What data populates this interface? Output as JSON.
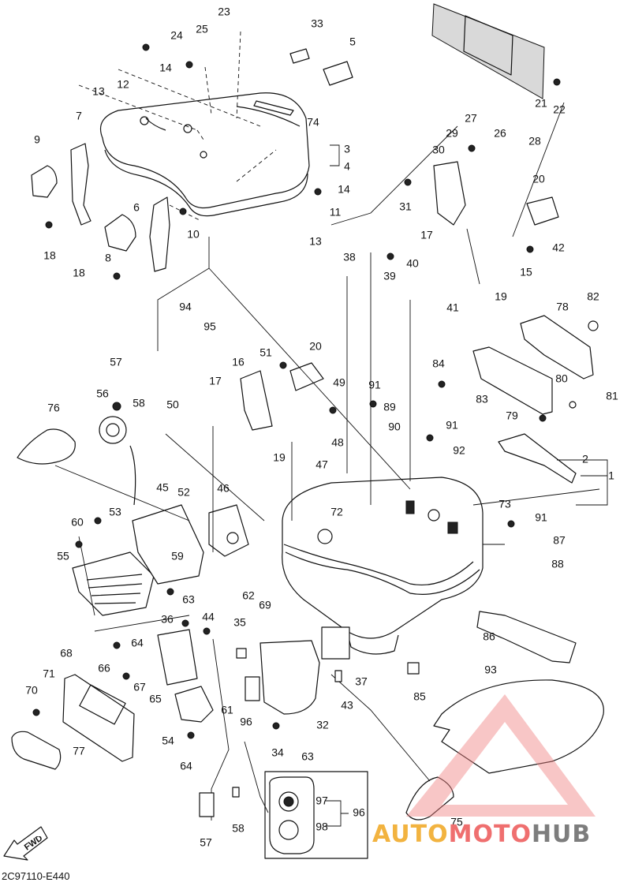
{
  "diagram": {
    "catalog_code": "2C97110-E440",
    "fwd_label": "FWD",
    "watermark": {
      "part1": "AUTO",
      "part2": "MOTO",
      "part3": "HUB"
    },
    "callouts": [
      {
        "id": "c1",
        "label": "1"
      },
      {
        "id": "c2",
        "label": "2"
      },
      {
        "id": "c3",
        "label": "3"
      },
      {
        "id": "c4",
        "label": "4"
      },
      {
        "id": "c5",
        "label": "5"
      },
      {
        "id": "c6",
        "label": "6"
      },
      {
        "id": "c7",
        "label": "7"
      },
      {
        "id": "c8",
        "label": "8"
      },
      {
        "id": "c9",
        "label": "9"
      },
      {
        "id": "c10",
        "label": "10"
      },
      {
        "id": "c11",
        "label": "11"
      },
      {
        "id": "c12",
        "label": "12"
      },
      {
        "id": "c13a",
        "label": "13"
      },
      {
        "id": "c13b",
        "label": "13"
      },
      {
        "id": "c14a",
        "label": "14"
      },
      {
        "id": "c14b",
        "label": "14"
      },
      {
        "id": "c15",
        "label": "15"
      },
      {
        "id": "c16",
        "label": "16"
      },
      {
        "id": "c17a",
        "label": "17"
      },
      {
        "id": "c17b",
        "label": "17"
      },
      {
        "id": "c18a",
        "label": "18"
      },
      {
        "id": "c18b",
        "label": "18"
      },
      {
        "id": "c19a",
        "label": "19"
      },
      {
        "id": "c19b",
        "label": "19"
      },
      {
        "id": "c20a",
        "label": "20"
      },
      {
        "id": "c20b",
        "label": "20"
      },
      {
        "id": "c21",
        "label": "21"
      },
      {
        "id": "c22",
        "label": "22"
      },
      {
        "id": "c23",
        "label": "23"
      },
      {
        "id": "c24",
        "label": "24"
      },
      {
        "id": "c25",
        "label": "25"
      },
      {
        "id": "c26",
        "label": "26"
      },
      {
        "id": "c27",
        "label": "27"
      },
      {
        "id": "c28",
        "label": "28"
      },
      {
        "id": "c29",
        "label": "29"
      },
      {
        "id": "c30",
        "label": "30"
      },
      {
        "id": "c31",
        "label": "31"
      },
      {
        "id": "c32",
        "label": "32"
      },
      {
        "id": "c33",
        "label": "33"
      },
      {
        "id": "c34",
        "label": "34"
      },
      {
        "id": "c35",
        "label": "35"
      },
      {
        "id": "c36",
        "label": "36"
      },
      {
        "id": "c37",
        "label": "37"
      },
      {
        "id": "c38",
        "label": "38"
      },
      {
        "id": "c39",
        "label": "39"
      },
      {
        "id": "c40",
        "label": "40"
      },
      {
        "id": "c41",
        "label": "41"
      },
      {
        "id": "c42",
        "label": "42"
      },
      {
        "id": "c43",
        "label": "43"
      },
      {
        "id": "c44",
        "label": "44"
      },
      {
        "id": "c45",
        "label": "45"
      },
      {
        "id": "c46",
        "label": "46"
      },
      {
        "id": "c47",
        "label": "47"
      },
      {
        "id": "c48",
        "label": "48"
      },
      {
        "id": "c49",
        "label": "49"
      },
      {
        "id": "c50",
        "label": "50"
      },
      {
        "id": "c51",
        "label": "51"
      },
      {
        "id": "c52",
        "label": "52"
      },
      {
        "id": "c53",
        "label": "53"
      },
      {
        "id": "c54",
        "label": "54"
      },
      {
        "id": "c55",
        "label": "55"
      },
      {
        "id": "c56",
        "label": "56"
      },
      {
        "id": "c57a",
        "label": "57"
      },
      {
        "id": "c57b",
        "label": "57"
      },
      {
        "id": "c58a",
        "label": "58"
      },
      {
        "id": "c58b",
        "label": "58"
      },
      {
        "id": "c59",
        "label": "59"
      },
      {
        "id": "c60",
        "label": "60"
      },
      {
        "id": "c61",
        "label": "61"
      },
      {
        "id": "c62",
        "label": "62"
      },
      {
        "id": "c63a",
        "label": "63"
      },
      {
        "id": "c63b",
        "label": "63"
      },
      {
        "id": "c64a",
        "label": "64"
      },
      {
        "id": "c64b",
        "label": "64"
      },
      {
        "id": "c65",
        "label": "65"
      },
      {
        "id": "c66",
        "label": "66"
      },
      {
        "id": "c67",
        "label": "67"
      },
      {
        "id": "c68",
        "label": "68"
      },
      {
        "id": "c69",
        "label": "69"
      },
      {
        "id": "c70",
        "label": "70"
      },
      {
        "id": "c71",
        "label": "71"
      },
      {
        "id": "c72",
        "label": "72"
      },
      {
        "id": "c73",
        "label": "73"
      },
      {
        "id": "c74",
        "label": "74"
      },
      {
        "id": "c75",
        "label": "75"
      },
      {
        "id": "c76",
        "label": "76"
      },
      {
        "id": "c77",
        "label": "77"
      },
      {
        "id": "c78",
        "label": "78"
      },
      {
        "id": "c79",
        "label": "79"
      },
      {
        "id": "c80",
        "label": "80"
      },
      {
        "id": "c81",
        "label": "81"
      },
      {
        "id": "c82",
        "label": "82"
      },
      {
        "id": "c83",
        "label": "83"
      },
      {
        "id": "c84",
        "label": "84"
      },
      {
        "id": "c85",
        "label": "85"
      },
      {
        "id": "c86",
        "label": "86"
      },
      {
        "id": "c87",
        "label": "87"
      },
      {
        "id": "c88",
        "label": "88"
      },
      {
        "id": "c89",
        "label": "89"
      },
      {
        "id": "c90",
        "label": "90"
      },
      {
        "id": "c91a",
        "label": "91"
      },
      {
        "id": "c91b",
        "label": "91"
      },
      {
        "id": "c91c",
        "label": "91"
      },
      {
        "id": "c92",
        "label": "92"
      },
      {
        "id": "c93",
        "label": "93"
      },
      {
        "id": "c94",
        "label": "94"
      },
      {
        "id": "c95",
        "label": "95"
      },
      {
        "id": "c96a",
        "label": "96"
      },
      {
        "id": "c96b",
        "label": "96"
      },
      {
        "id": "c97",
        "label": "97"
      },
      {
        "id": "c98",
        "label": "98"
      }
    ]
  }
}
